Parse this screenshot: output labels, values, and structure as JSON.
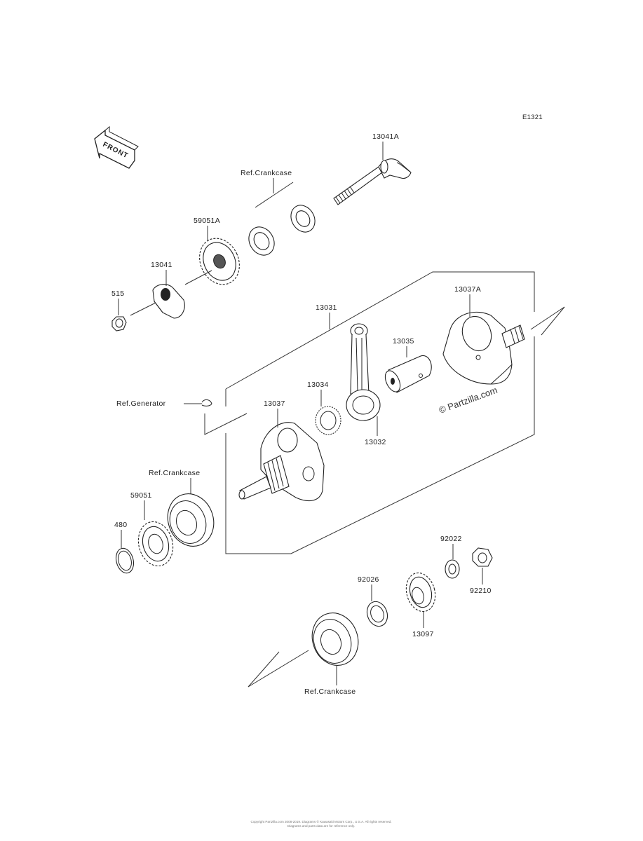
{
  "diagram_id": "E1321",
  "front_arrow_label": "FRONT",
  "watermark": "© Partzilla.com",
  "labels": {
    "p13041A": "13041A",
    "ref_crankcase_top": "Ref.Crankcase",
    "p59051A": "59051A",
    "p13041": "13041",
    "p515": "515",
    "p13031": "13031",
    "p13037A": "13037A",
    "p13035": "13035",
    "p13034": "13034",
    "ref_generator": "Ref.Generator",
    "p13037": "13037",
    "p13032": "13032",
    "ref_crankcase_mid": "Ref.Crankcase",
    "p59051": "59051",
    "p480": "480",
    "p92022": "92022",
    "p92026": "92026",
    "p92210": "92210",
    "p13097": "13097",
    "ref_crankcase_bottom": "Ref.Crankcase"
  },
  "footer": {
    "line1": "Copyright Partzilla.com 2008-2019. Diagrams © Kawasaki Motors Corp., U.S.A. All rights reserved.",
    "line2": "Diagrams and parts data are for reference only."
  }
}
